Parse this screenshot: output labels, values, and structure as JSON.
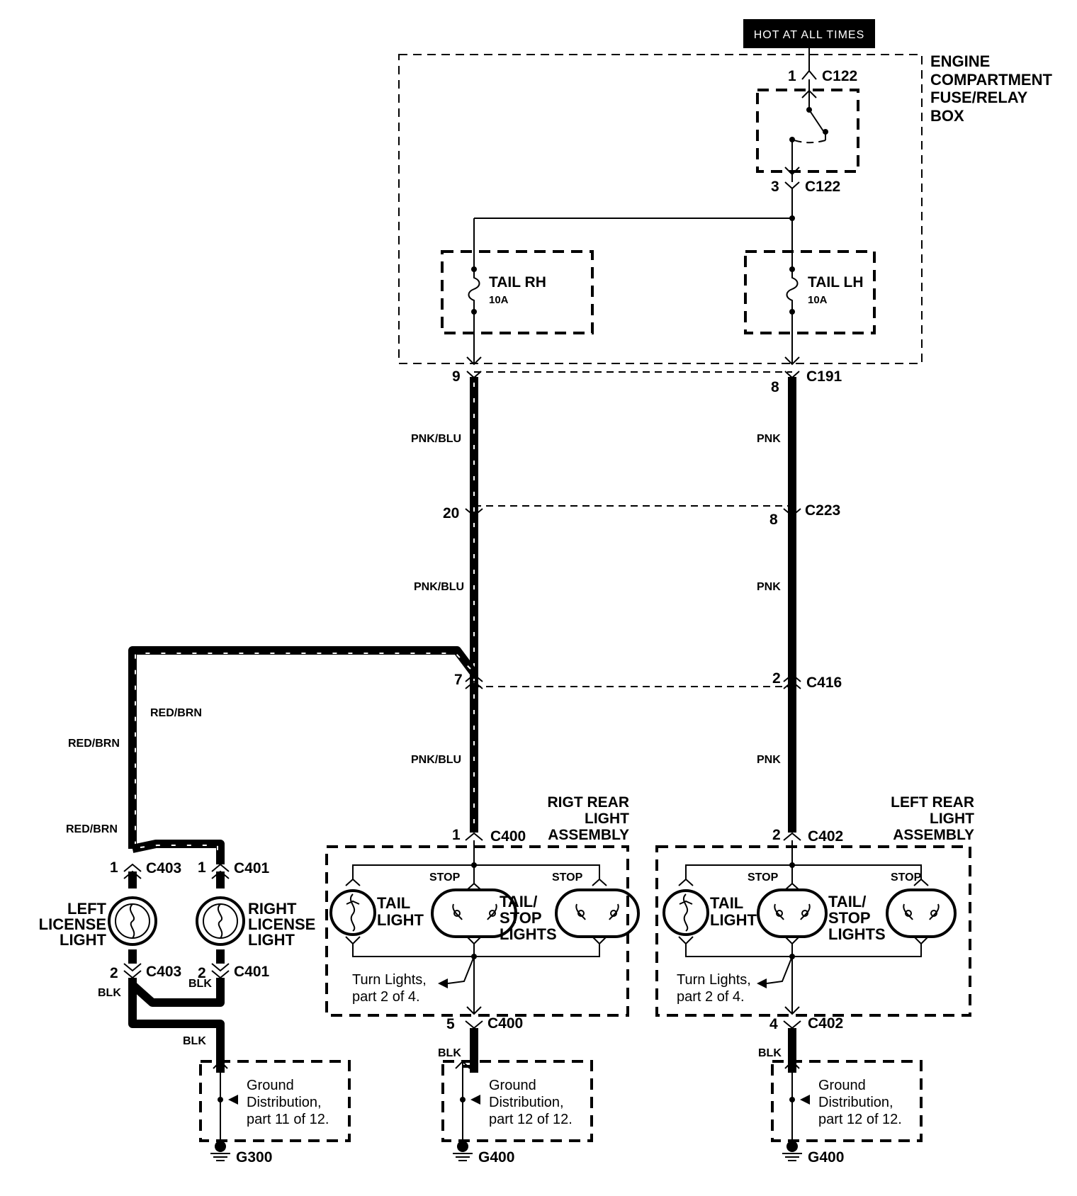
{
  "hot_label": "HOT AT ALL TIMES",
  "fuse_box": {
    "title_lines": [
      "ENGINE",
      "COMPARTMENT",
      "FUSE/RELAY",
      "BOX"
    ]
  },
  "fuses": [
    {
      "name": "TAIL RH",
      "rating": "10A"
    },
    {
      "name": "TAIL LH",
      "rating": "10A"
    }
  ],
  "connectors": {
    "c122_top": {
      "pin": "1",
      "name": "C122"
    },
    "c122_bottom": {
      "pin": "3",
      "name": "C122"
    },
    "c191_right_pin": "9",
    "c191_left_pin": "8",
    "c191_name": "C191",
    "c223_right_pin": "20",
    "c223_left_pin": "8",
    "c223_name": "C223",
    "c416_right_pin": "7",
    "c416_left_pin": "2",
    "c416_name": "C416",
    "c400_top": {
      "pin": "1",
      "name": "C400"
    },
    "c400_bottom": {
      "pin": "5",
      "name": "C400"
    },
    "c402_top": {
      "pin": "2",
      "name": "C402"
    },
    "c402_bottom": {
      "pin": "4",
      "name": "C402"
    },
    "c403_top": {
      "pin": "1",
      "name": "C403"
    },
    "c403_bottom": {
      "pin": "2",
      "name": "C403"
    },
    "c401_top": {
      "pin": "1",
      "name": "C401"
    },
    "c401_bottom": {
      "pin": "2",
      "name": "C401"
    }
  },
  "wires": {
    "pnk_blu": "PNK/BLU",
    "pnk": "PNK",
    "red_brn": "RED/BRN",
    "blk": "BLK"
  },
  "right_rear": {
    "title_lines": [
      "RIGT REAR",
      "LIGHT",
      "ASSEMBLY"
    ],
    "stop": "STOP",
    "tail_light": [
      "TAIL",
      "LIGHT"
    ],
    "tail_stop": [
      "TAIL/",
      "STOP",
      "LIGHTS"
    ],
    "turn_note": [
      "Turn Lights,",
      "part 2 of 4."
    ]
  },
  "left_rear": {
    "title_lines": [
      "LEFT REAR",
      "LIGHT",
      "ASSEMBLY"
    ],
    "stop": "STOP",
    "tail_light": [
      "TAIL",
      "LIGHT"
    ],
    "tail_stop": [
      "TAIL/",
      "STOP",
      "LIGHTS"
    ],
    "turn_note": [
      "Turn Lights,",
      "part 2 of 4."
    ]
  },
  "license": {
    "left": [
      "LEFT",
      "LICENSE",
      "LIGHT"
    ],
    "right": [
      "RIGHT",
      "LICENSE",
      "LIGHT"
    ]
  },
  "grounds": [
    {
      "lines": [
        "Ground",
        "Distribution,",
        "part 11 of 12."
      ],
      "name": "G300"
    },
    {
      "lines": [
        "Ground",
        "Distribution,",
        "part 12 of 12."
      ],
      "name": "G400"
    },
    {
      "lines": [
        "Ground",
        "Distribution,",
        "part 12 of 12."
      ],
      "name": "G400"
    }
  ]
}
